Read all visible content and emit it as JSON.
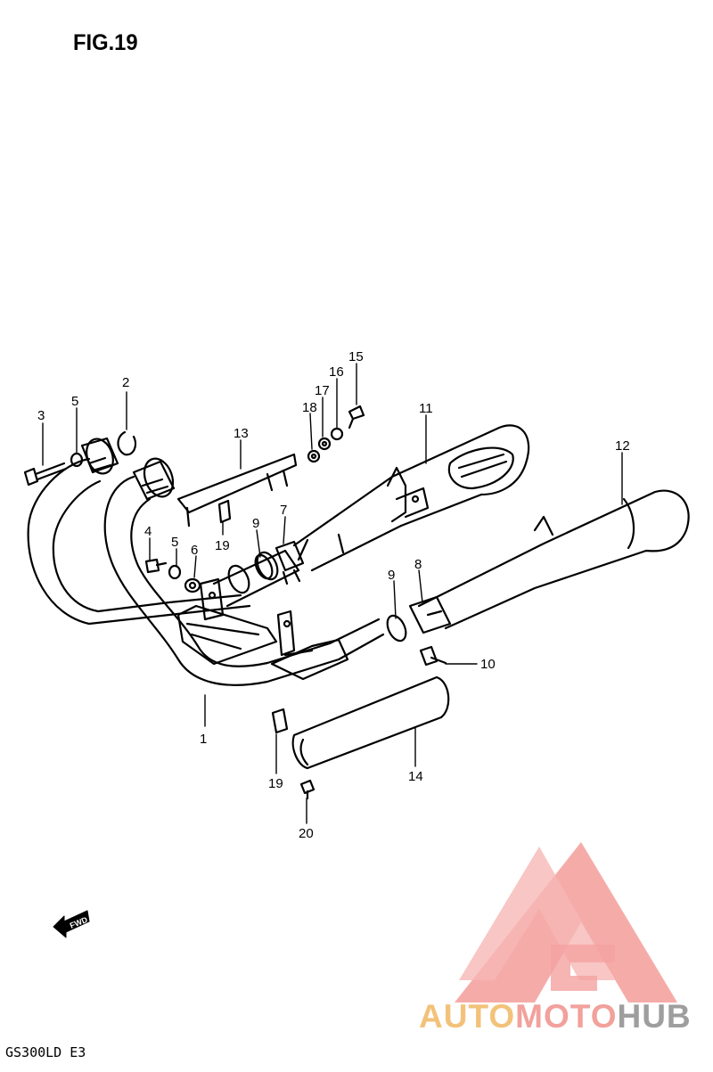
{
  "figure": {
    "title": "FIG.19"
  },
  "model_code": "GS300LD E3",
  "fwd_arrow": {
    "label": "FWD"
  },
  "watermark": {
    "brand_part1": "AUTO",
    "brand_part2": "MOTO",
    "brand_part3": "HUB",
    "colors": {
      "auto": "#f3c27a",
      "moto": "#f2a19c",
      "hub": "#9e9e9e",
      "logo": "#f4a3a0"
    }
  },
  "callouts": [
    "1",
    "2",
    "3",
    "4",
    "5",
    "5",
    "6",
    "7",
    "8",
    "9",
    "9",
    "10",
    "11",
    "12",
    "13",
    "14",
    "15",
    "16",
    "17",
    "18",
    "19",
    "19",
    "20"
  ]
}
